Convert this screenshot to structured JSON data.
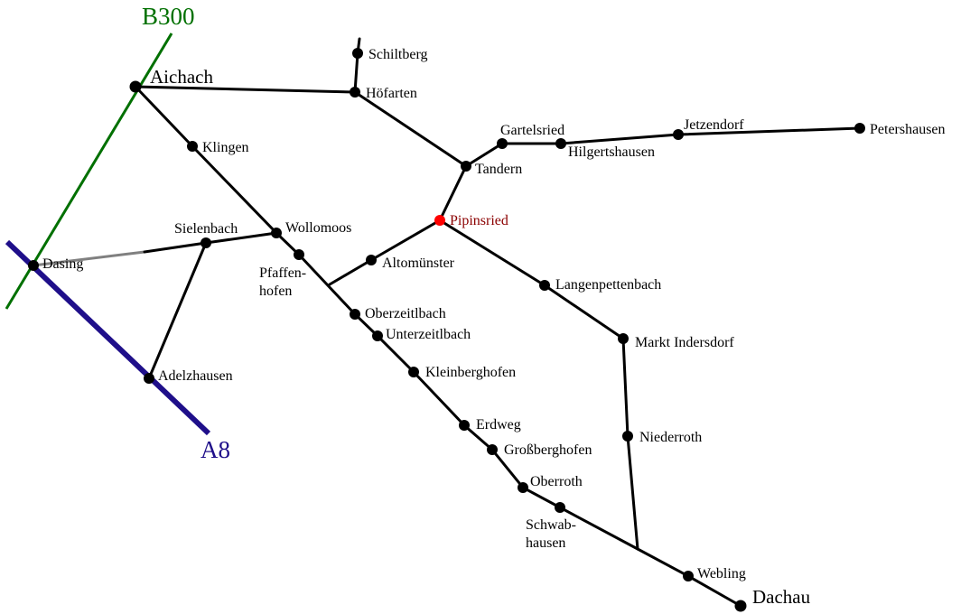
{
  "roads": {
    "b300": {
      "label": "B300",
      "color": "#007000"
    },
    "a8": {
      "label": "A8",
      "color": "#1f0f8a"
    }
  },
  "stations": {
    "schiltberg": "Schiltberg",
    "aichach": "Aichach",
    "hoefarten": "Höfarten",
    "gartelsried": "Gartelsried",
    "jetzendorf": "Jetzendorf",
    "petershausen": "Petershausen",
    "hilgertshausen": "Hilgertshausen",
    "klingen": "Klingen",
    "tandern": "Tandern",
    "pipinsried": "Pipinsried",
    "sielenbach": "Sielenbach",
    "wollomoos": "Wollomoos",
    "dasing": "Dasing",
    "altomuenster": "Altomünster",
    "pfaffenhofen_1": "Pfaffen-",
    "pfaffenhofen_2": "hofen",
    "langenpettenbach": "Langenpettenbach",
    "oberzeitlbach": "Oberzeitlbach",
    "unterzeitlbach": "Unterzeitlbach",
    "markt_indersdorf": "Markt Indersdorf",
    "adelzhausen": "Adelzhausen",
    "kleinberghofen": "Kleinberghofen",
    "erdweg": "Erdweg",
    "niederroth": "Niederroth",
    "grossberghofen": "Großberghofen",
    "oberroth": "Oberroth",
    "schwabhausen_1": "Schwab-",
    "schwabhausen_2": "hausen",
    "webling": "Webling",
    "dachau": "Dachau"
  },
  "highlight_color": "#ff0000",
  "highlight_label_color": "#8b0000"
}
